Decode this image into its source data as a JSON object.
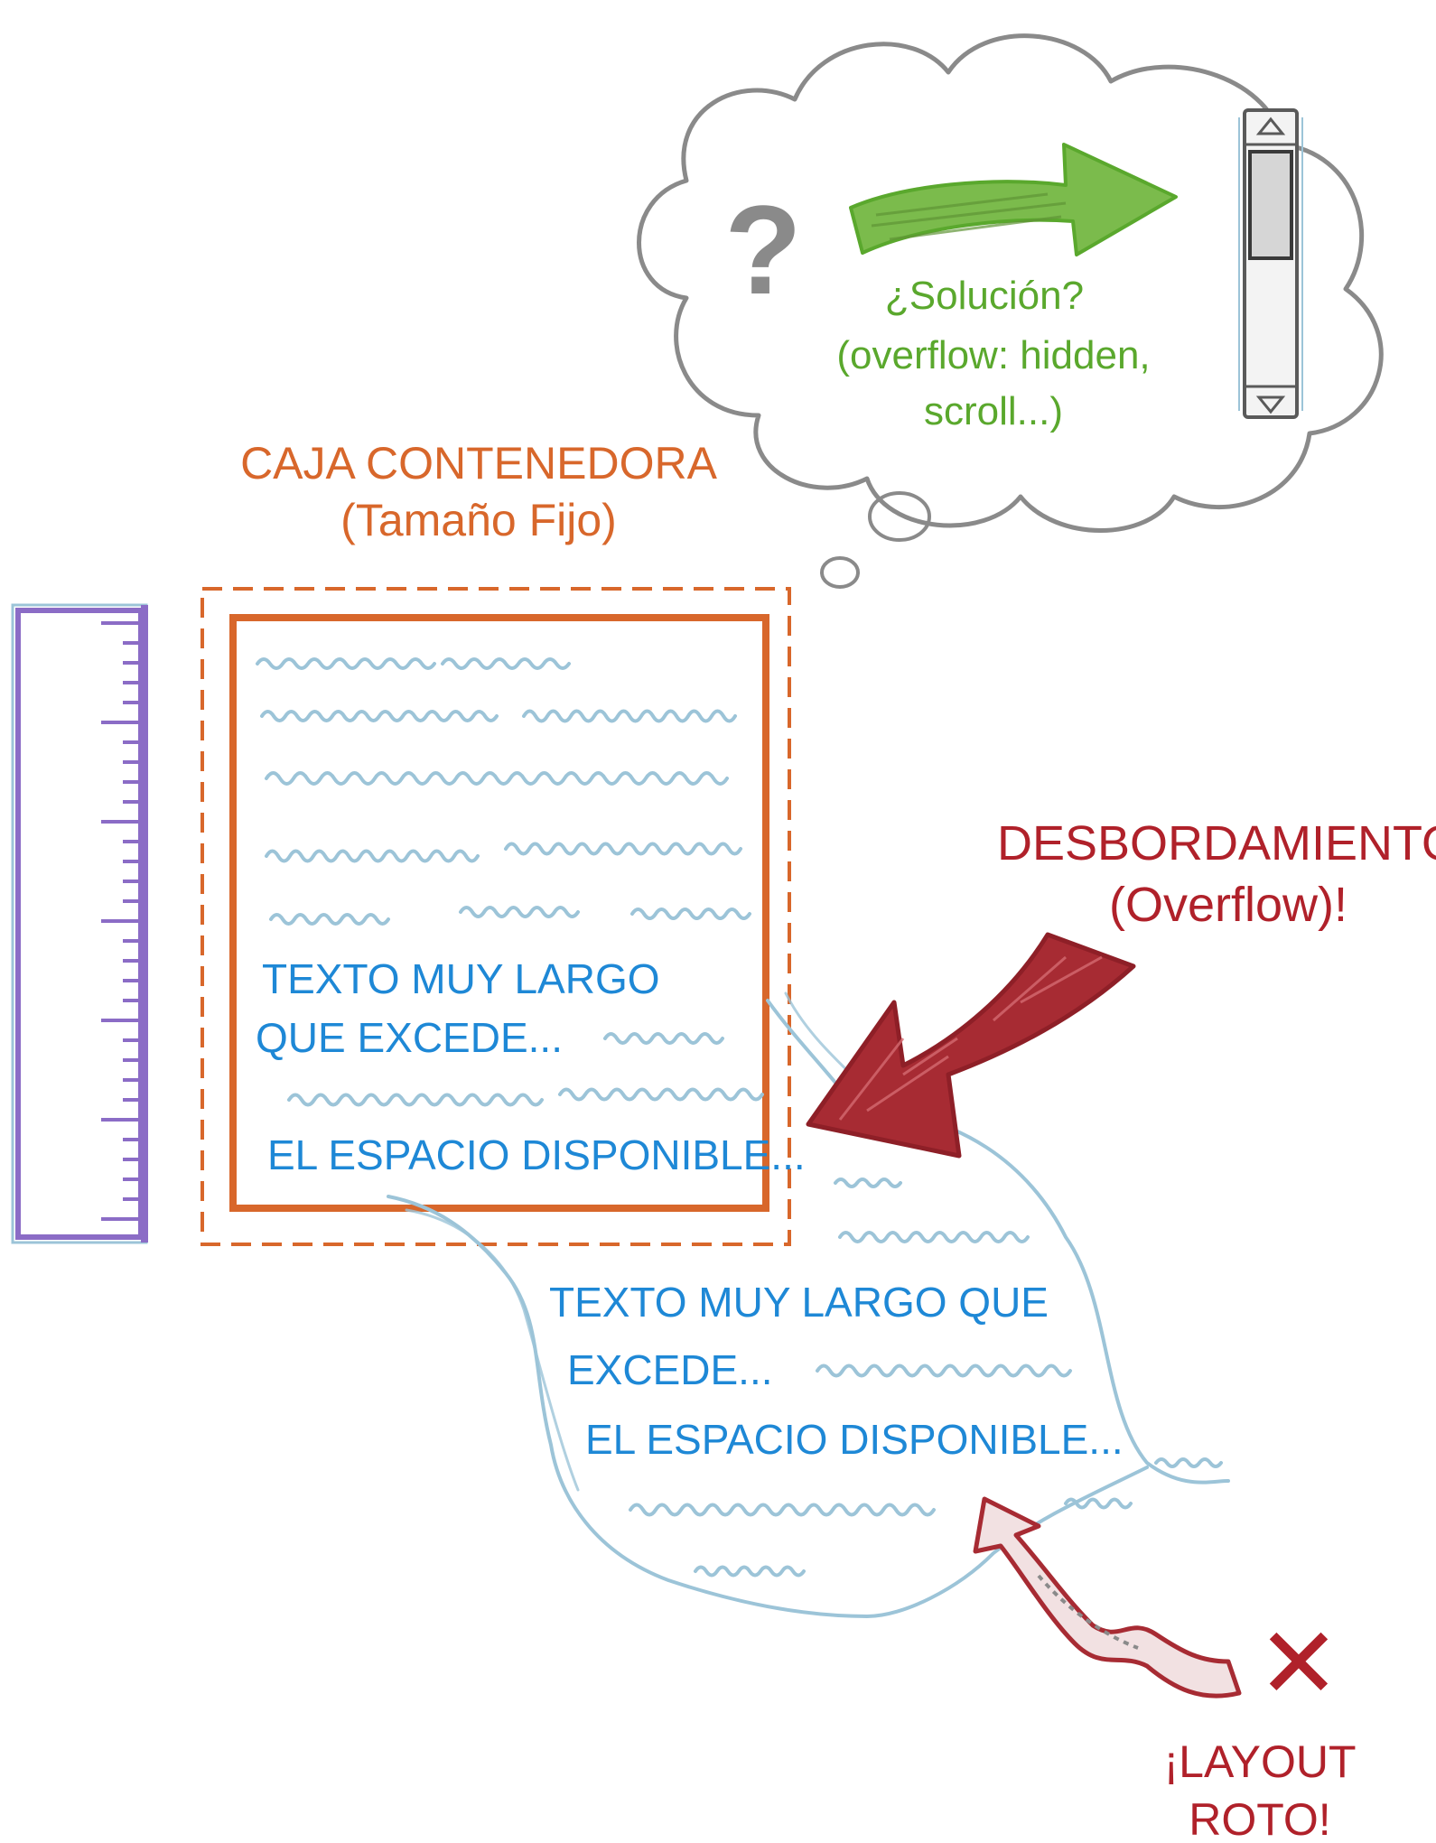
{
  "container": {
    "title": "CAJA CONTENEDORA",
    "subtitle": "(Tamaño Fijo)"
  },
  "inner_text": {
    "line1": "TEXTO MUY LARGO",
    "line2": "QUE EXCEDE...",
    "line3": "EL ESPACIO DISPONIBLE..."
  },
  "overflow_text": {
    "line1": "TEXTO MUY LARGO QUE",
    "line2": "EXCEDE...",
    "line3": "EL ESPACIO DISPONIBLE..."
  },
  "overflow_label": {
    "line1": "DESBORDAMIENTO",
    "line2": "(Overflow)!"
  },
  "thought": {
    "question_mark": "?",
    "line1": "¿Solución?",
    "line2": "(overflow: hidden,",
    "line3": "scroll...)"
  },
  "broken": {
    "line1": "¡LAYOUT",
    "line2": "ROTO!",
    "mark": "✕"
  },
  "colors": {
    "orange": "#d8672b",
    "blue": "#1e88d6",
    "light_blue": "#9cc4d8",
    "red": "#b0212a",
    "green": "#5aa82d",
    "purple": "#8b6cc6",
    "gray": "#8a8a8a"
  }
}
